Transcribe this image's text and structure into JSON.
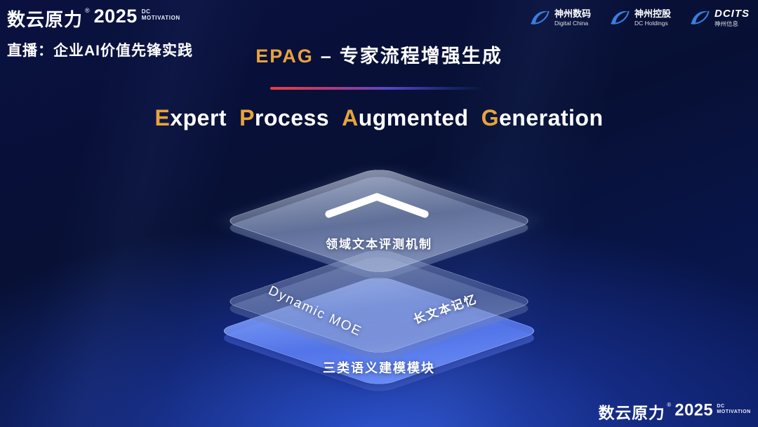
{
  "brand": {
    "name": "数云原力",
    "reg": "®",
    "year": "2025",
    "sub_top": "DC",
    "sub_bottom": "MOTIVATION"
  },
  "header": {
    "live_label": "直播：企业AI价值先锋实践",
    "title_en": "EPAG",
    "title_sep": "–",
    "title_zh": "专家流程增强生成",
    "partners": [
      {
        "name": "神州数码",
        "subtitle": "Digital China"
      },
      {
        "name": "神州控股",
        "subtitle": "DC Holdings"
      },
      {
        "name": "DCITS",
        "subtitle": "神州信息"
      }
    ]
  },
  "main": {
    "headline": {
      "words": [
        {
          "initial": "E",
          "rest": "xpert"
        },
        {
          "initial": "P",
          "rest": "rocess"
        },
        {
          "initial": "A",
          "rest": "ugmented"
        },
        {
          "initial": "G",
          "rest": "eneration"
        }
      ]
    },
    "diagram": {
      "top_layer_label": "领域文本评测机制",
      "middle_layer_left_label": "Dynamic MOE",
      "middle_layer_right_label": "长文本记忆",
      "bottom_layer_label": "三类语义建模模块"
    }
  },
  "colors": {
    "accent_gold": "#E8A33D",
    "background_blue": "#0A1140",
    "glow_blue": "#2D55D2",
    "bottom_layer_blue": "#5B82EC",
    "line_gradient_start": "#E84040",
    "line_gradient_end": "#3050C8"
  }
}
